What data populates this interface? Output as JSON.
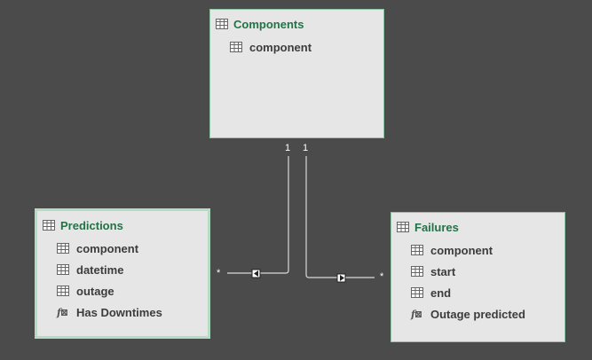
{
  "tables": {
    "components": {
      "title": "Components",
      "fields": [
        "component"
      ]
    },
    "predictions": {
      "title": "Predictions",
      "fields": [
        "component",
        "datetime",
        "outage"
      ],
      "measure": "Has Downtimes"
    },
    "failures": {
      "title": "Failures",
      "fields": [
        "component",
        "start",
        "end"
      ],
      "measure": "Outage predicted"
    }
  },
  "relationships": {
    "predictions": {
      "one": "1",
      "many": "*"
    },
    "failures": {
      "one": "1",
      "many": "*"
    }
  },
  "colors": {
    "background": "#4b4b4b",
    "card": "#e6e6e6",
    "title": "#217346",
    "border": "#8fc3a6"
  },
  "icons": {
    "table": "table-icon",
    "column": "column-icon",
    "measure": "fx-measure-icon"
  }
}
